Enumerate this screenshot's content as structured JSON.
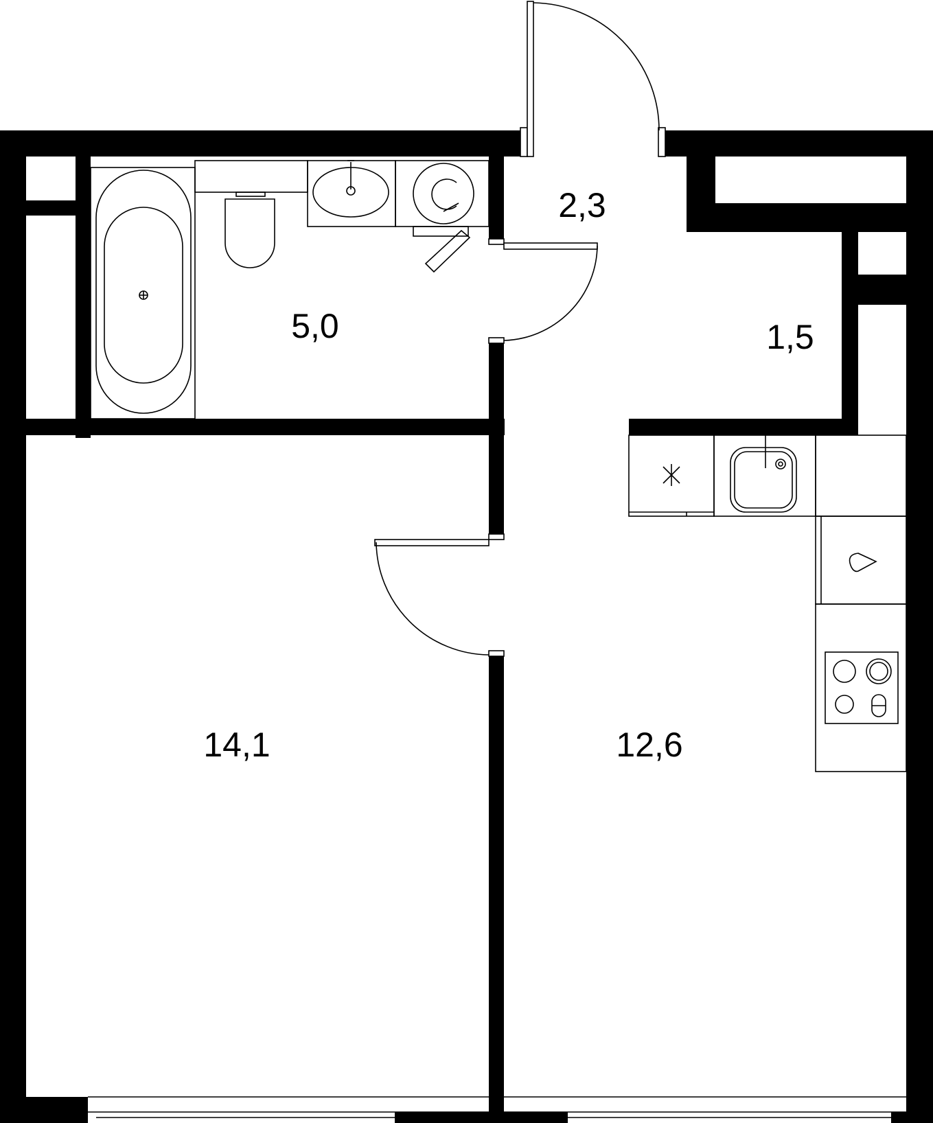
{
  "plan": {
    "colors": {
      "wall": "#000000",
      "background": "#ffffff"
    },
    "rooms": [
      {
        "id": "bathroom",
        "area": "5,0"
      },
      {
        "id": "hallway",
        "area": "2,3"
      },
      {
        "id": "storage",
        "area": "1,5"
      },
      {
        "id": "bedroom",
        "area": "14,1"
      },
      {
        "id": "kitchen-living",
        "area": "12,6"
      }
    ],
    "icons": [
      "bathtub-icon",
      "toilet-icon",
      "washbasin-icon",
      "washing-machine-icon",
      "kitchen-sink-icon",
      "fridge-icon",
      "hob-icon",
      "range-hood-icon"
    ]
  }
}
